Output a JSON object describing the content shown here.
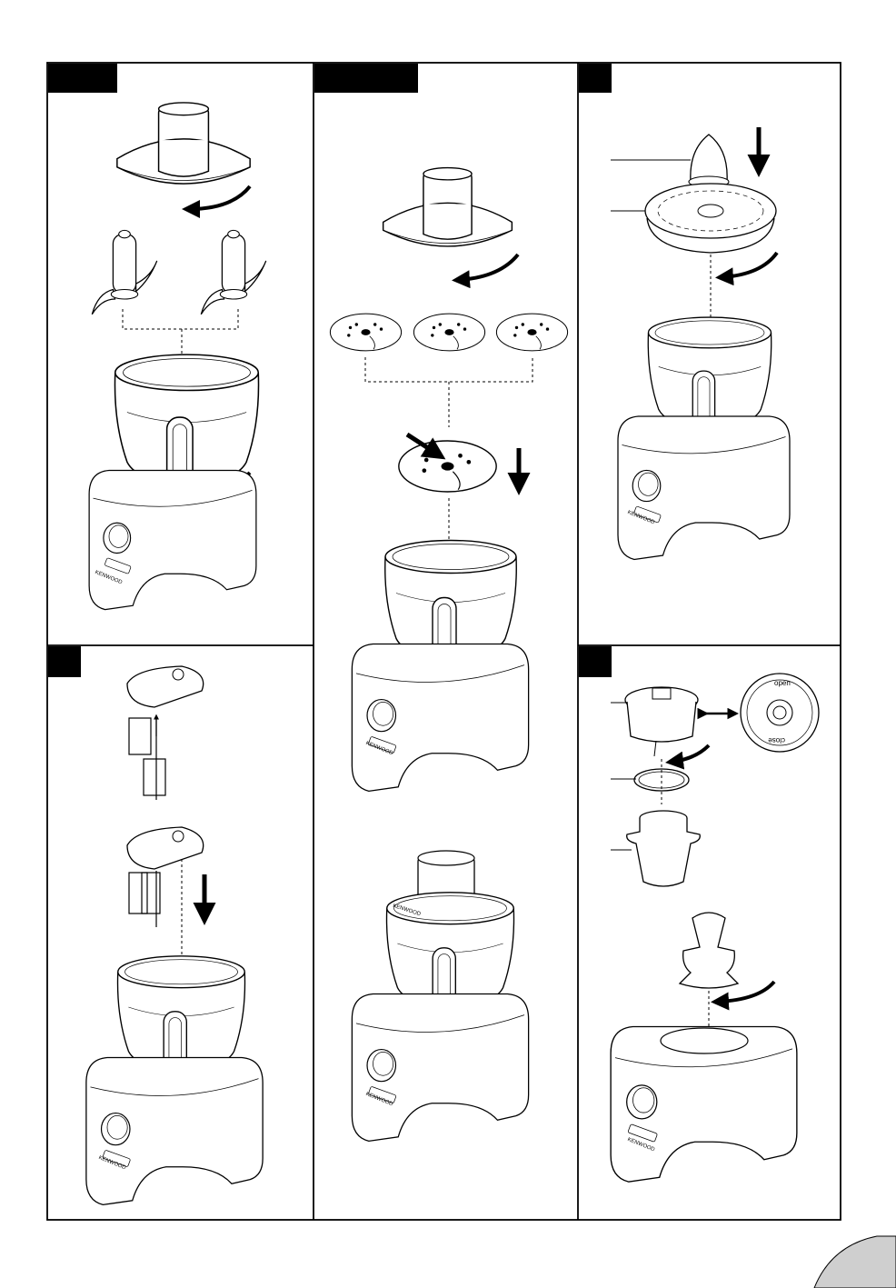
{
  "document": {
    "type": "appliance assembly illustration sheet",
    "panels": [
      {
        "id": "knife-dough-tool",
        "header_tab": "dark tab, no text",
        "shows": [
          "lid",
          "knife blade",
          "dough tool",
          "bowl on base"
        ]
      },
      {
        "id": "disc-fitting",
        "header_tab": "dark tab, no text",
        "shows": [
          "lid",
          "three discs",
          "disc being fitted",
          "bowl on base",
          "assembled processor"
        ]
      },
      {
        "id": "citrus-juicer",
        "header_tab": "dark tab, no text",
        "shows": [
          "cone",
          "sieve",
          "bowl on base"
        ]
      },
      {
        "id": "whisk",
        "header_tab": "dark tab, no text",
        "shows": [
          "whisk assembly",
          "whisk being fitted",
          "bowl on base"
        ]
      },
      {
        "id": "mill",
        "header_tab": "dark tab, no text",
        "shows": [
          "blade unit",
          "seal ring",
          "mill jar",
          "mill on base"
        ]
      }
    ]
  },
  "labels": {
    "brand": "KENWOOD",
    "mill_open": "open",
    "mill_close": "close"
  },
  "colors": {
    "ink": "#000000",
    "paper": "#ffffff",
    "page_curl": "#cfcfcf"
  }
}
